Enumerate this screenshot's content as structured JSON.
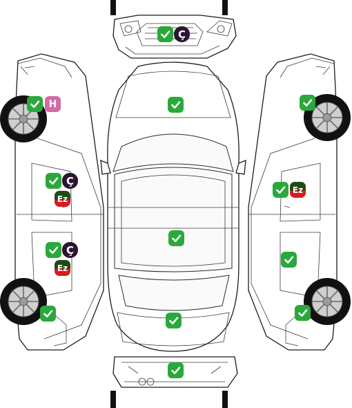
{
  "labels": {
    "painted": "H",
    "scratch": "Ç",
    "dent": "Ez"
  },
  "colors": {
    "ok_green": "#2aa93b",
    "painted_pink": "#d46aa3",
    "scratch_purple": "#2c1434",
    "dent_dark_green": "#1f4a14",
    "dent_red": "#d81b1b"
  },
  "icons": {
    "ok": "check-icon"
  },
  "parts": [
    {
      "part": "front-bumper",
      "status": [
        "ok",
        "scratch"
      ]
    },
    {
      "part": "hood",
      "status": [
        "ok"
      ]
    },
    {
      "part": "roof",
      "status": [
        "ok"
      ]
    },
    {
      "part": "trunk",
      "status": [
        "ok"
      ]
    },
    {
      "part": "rear-bumper",
      "status": [
        "ok"
      ]
    },
    {
      "part": "left-front-fender",
      "status": [
        "ok",
        "painted"
      ]
    },
    {
      "part": "left-front-door",
      "status": [
        "ok",
        "scratch",
        "dent"
      ]
    },
    {
      "part": "left-rear-door",
      "status": [
        "ok",
        "scratch",
        "dent"
      ]
    },
    {
      "part": "left-rear-fender",
      "status": [
        "ok"
      ]
    },
    {
      "part": "right-front-fender",
      "status": [
        "ok"
      ]
    },
    {
      "part": "right-front-door",
      "status": [
        "ok",
        "dent"
      ]
    },
    {
      "part": "right-rear-door",
      "status": [
        "ok"
      ]
    },
    {
      "part": "right-rear-fender",
      "status": [
        "ok"
      ]
    }
  ]
}
